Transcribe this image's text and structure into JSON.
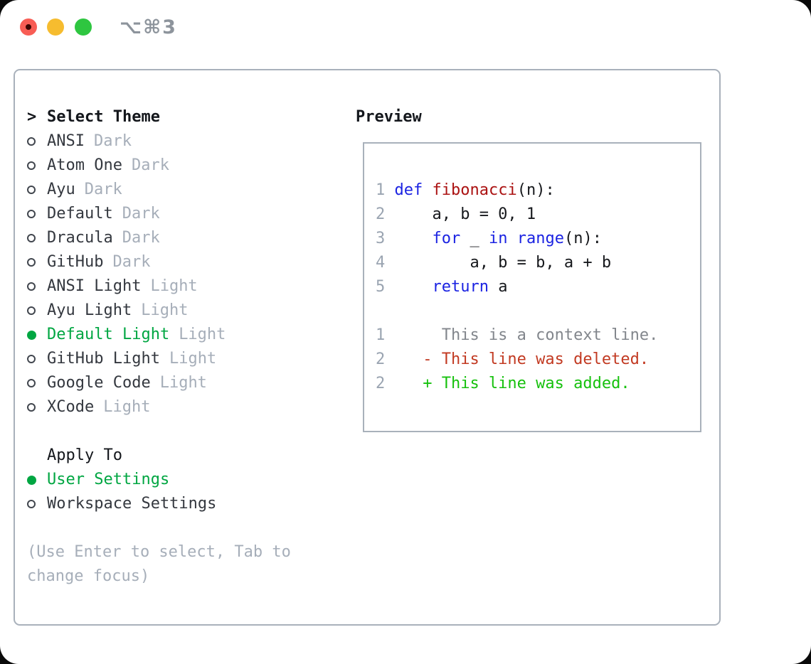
{
  "titlebar": {
    "title": "⌥⌘3"
  },
  "theme_list": {
    "prompt": ">",
    "header": "Select Theme",
    "items": [
      {
        "name": "ANSI",
        "variant": "Dark",
        "selected": false
      },
      {
        "name": "Atom One",
        "variant": "Dark",
        "selected": false
      },
      {
        "name": "Ayu",
        "variant": "Dark",
        "selected": false
      },
      {
        "name": "Default",
        "variant": "Dark",
        "selected": false
      },
      {
        "name": "Dracula",
        "variant": "Dark",
        "selected": false
      },
      {
        "name": "GitHub",
        "variant": "Dark",
        "selected": false
      },
      {
        "name": "ANSI Light",
        "variant": "Light",
        "selected": false
      },
      {
        "name": "Ayu Light",
        "variant": "Light",
        "selected": false
      },
      {
        "name": "Default Light",
        "variant": "Light",
        "selected": true
      },
      {
        "name": "GitHub Light",
        "variant": "Light",
        "selected": false
      },
      {
        "name": "Google Code",
        "variant": "Light",
        "selected": false
      },
      {
        "name": "XCode",
        "variant": "Light",
        "selected": false
      }
    ]
  },
  "apply_to": {
    "header": "Apply To",
    "options": [
      {
        "name": "User Settings",
        "selected": true
      },
      {
        "name": "Workspace Settings",
        "selected": false
      }
    ]
  },
  "help": {
    "text": "(Use Enter to select, Tab to change focus)"
  },
  "preview": {
    "label": "Preview",
    "lines": [
      {
        "num": "1",
        "tokens": [
          [
            "kw",
            "def"
          ],
          [
            "pl",
            " "
          ],
          [
            "fn",
            "fibonacci"
          ],
          [
            "pl",
            "(n):"
          ]
        ]
      },
      {
        "num": "2",
        "tokens": [
          [
            "pl",
            "    a, b = 0, 1"
          ]
        ]
      },
      {
        "num": "3",
        "tokens": [
          [
            "pl",
            "    "
          ],
          [
            "kw",
            "for"
          ],
          [
            "pl",
            " _ "
          ],
          [
            "kw",
            "in"
          ],
          [
            "pl",
            " "
          ],
          [
            "kw",
            "range"
          ],
          [
            "pl",
            "(n):"
          ]
        ]
      },
      {
        "num": "4",
        "tokens": [
          [
            "pl",
            "        a, b = b, a + b"
          ]
        ]
      },
      {
        "num": "5",
        "tokens": [
          [
            "pl",
            "    "
          ],
          [
            "kw",
            "return"
          ],
          [
            "pl",
            " a"
          ]
        ]
      },
      {
        "num": "",
        "tokens": []
      },
      {
        "num": "1",
        "tokens": [
          [
            "ctx",
            "     This is a context line."
          ]
        ]
      },
      {
        "num": "2",
        "tokens": [
          [
            "del",
            "   - This line was deleted."
          ]
        ]
      },
      {
        "num": "2",
        "tokens": [
          [
            "add",
            "   + This line was added."
          ]
        ]
      }
    ]
  },
  "colors": {
    "selection_green": "#00a642",
    "keyword_blue": "#1b23e2",
    "function_red": "#ab1212",
    "code_black": "#16181c",
    "diff_deleted_red": "#c23a22",
    "diff_added_green": "#16c10d",
    "context_gray": "#82868c",
    "line_number_gray": "#9aa4b1",
    "dim_gray": "#a6aeb9",
    "text_dark": "#34383f",
    "heading_black": "#14171c",
    "border_gray": "#a9b1bb",
    "title_gray": "#8d949c",
    "light_red": "#f85d55",
    "light_yellow": "#f6bc2f",
    "light_green": "#2ec640"
  }
}
